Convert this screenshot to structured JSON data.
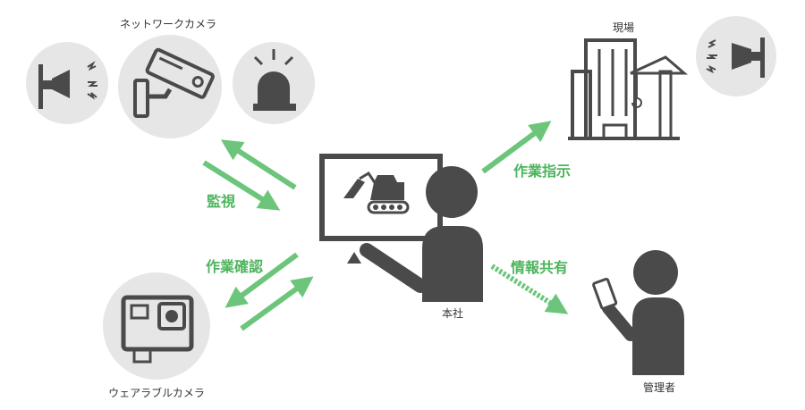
{
  "labels": {
    "network_camera": "ネットワークカメラ",
    "wearable_camera": "ウェアラブルカメラ",
    "headquarters": "本社",
    "site": "現場",
    "manager": "管理者"
  },
  "flows": {
    "monitoring": "監視",
    "work_confirmation": "作業確認",
    "work_instruction": "作業指示",
    "info_sharing": "情報共有"
  },
  "colors": {
    "icon": "#4a4a4a",
    "circle": "#e6e6e6",
    "arrow": "#6cc57a",
    "flow_text": "#4cb45c"
  }
}
